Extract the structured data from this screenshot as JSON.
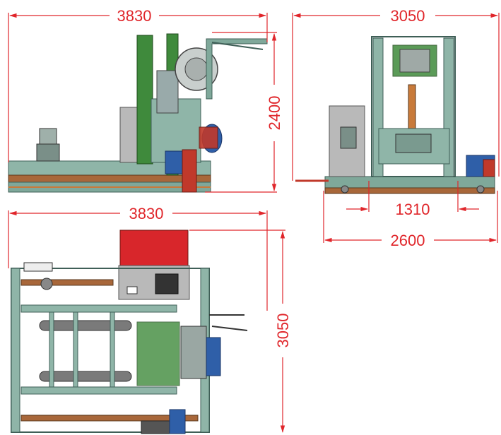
{
  "dimensions": {
    "front_width": "3830",
    "front_height": "2400",
    "side_width": "3050",
    "side_inner": "1310",
    "side_base": "2600",
    "top_width": "3830",
    "top_depth": "3050"
  },
  "colors": {
    "dimension": "#e0262b",
    "frame_teal": "#7fa89a",
    "frame_dark": "#4a6b62",
    "arm_green": "#3f8a3c",
    "cabinet_gray": "#b9b9b9",
    "motor_blue": "#2f5fa8",
    "box_red": "#d8262b",
    "rail_rust": "#a8673a"
  }
}
